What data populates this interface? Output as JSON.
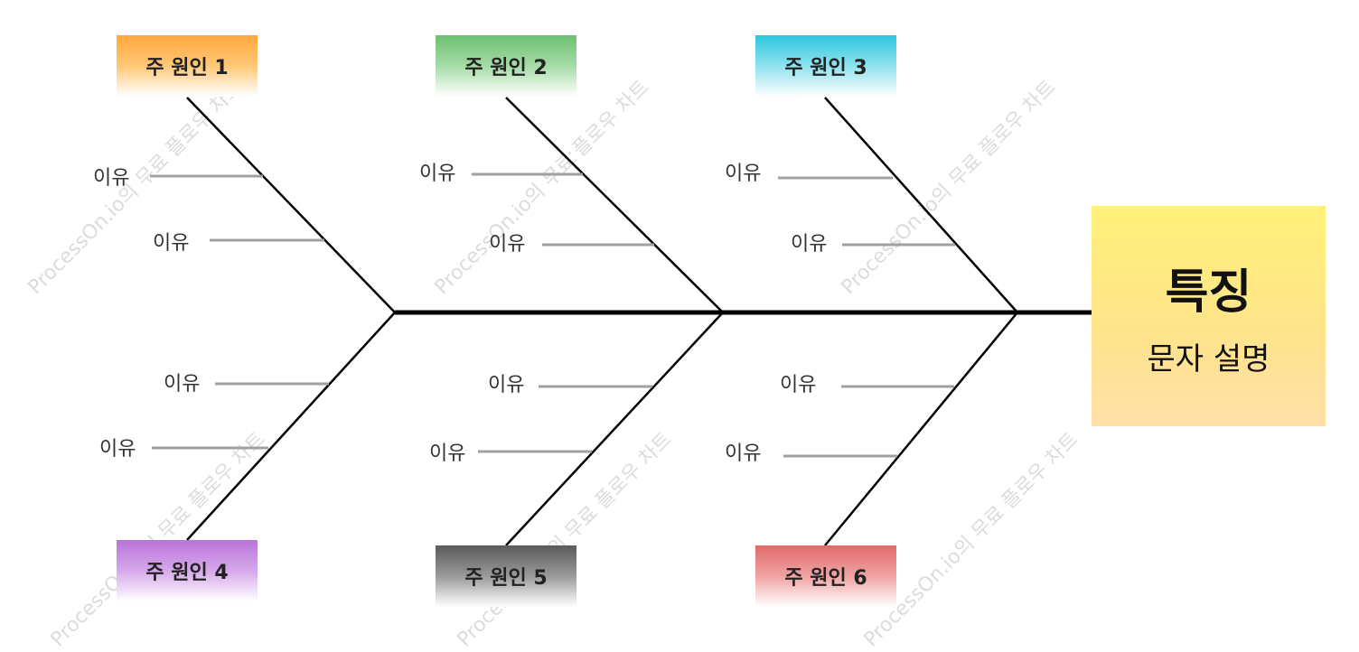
{
  "effect": {
    "title": "특징",
    "subtitle": "문자 설명"
  },
  "causes": [
    {
      "label": "주 원인 1",
      "color": "#ffa83a"
    },
    {
      "label": "주 원인 2",
      "color": "#6cc070"
    },
    {
      "label": "주 원인 3",
      "color": "#2cc6dd"
    },
    {
      "label": "주 원인 4",
      "color": "#b973d8"
    },
    {
      "label": "주 원인 5",
      "color": "#5a5a5a"
    },
    {
      "label": "주 원인 6",
      "color": "#e06a6a"
    }
  ],
  "reason_label": "이유",
  "watermark": "ProcessOn.io의 무료 플로우 차트"
}
